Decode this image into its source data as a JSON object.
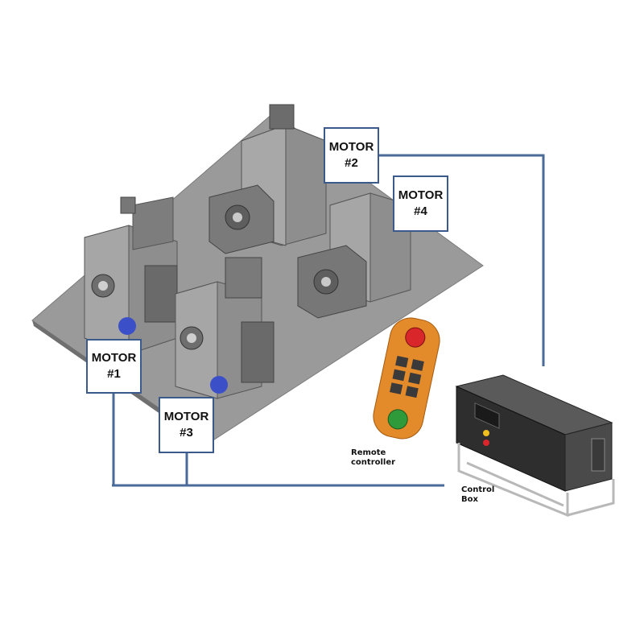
{
  "motors": [
    {
      "line1": "MOTOR",
      "line2": "#1"
    },
    {
      "line1": "MOTOR",
      "line2": "#2"
    },
    {
      "line1": "MOTOR",
      "line2": "#3"
    },
    {
      "line1": "MOTOR",
      "line2": "#4"
    }
  ],
  "remote": {
    "line1": "Remote",
    "line2": "controller"
  },
  "control_box": {
    "line1": "Control",
    "line2": "Box"
  },
  "colors": {
    "wire": "#4a6a9a",
    "label_border": "#3a5a8c",
    "platform": "#9a9a9a",
    "machine": "#8e8e8e",
    "machine_dark": "#5e5e5e",
    "remote_orange": "#e38a2a",
    "remote_green": "#2f9a3a",
    "estop_red": "#d9262b",
    "coupling_blue": "#3b4fc9"
  }
}
